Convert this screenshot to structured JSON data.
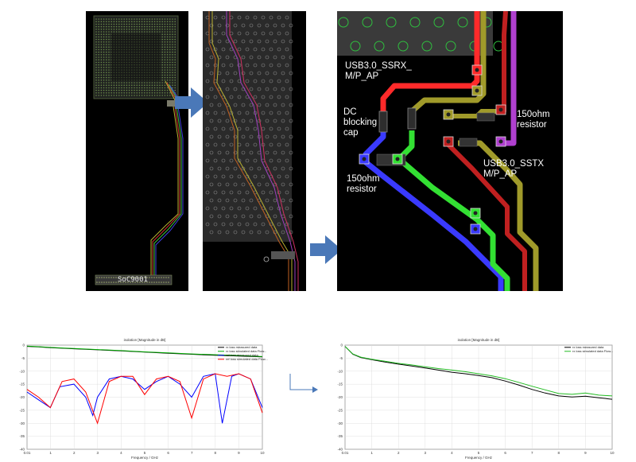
{
  "panels": {
    "package": {
      "chip_label": "SoC9001"
    },
    "zoom": {
      "rx_label": "USB3.0_SSRX_\nM/P_AP",
      "dc_label": "DC\nblocking\ncap",
      "res_left_label": "150ohm\nresistor",
      "res_right_label": "150ohm\nresistor",
      "tx_label": "USB3.0_SSTX\nM/P_AP"
    }
  },
  "colors": {
    "arrow": "#4a78b8",
    "trace_red": "#ff2a2a",
    "trace_olive": "#a09a2a",
    "trace_green": "#33e033",
    "trace_blue": "#3a3aff",
    "trace_purple": "#b040d0",
    "trace_darkred": "#c02020"
  },
  "chart_data": [
    {
      "type": "line",
      "title": "isolation [Magnitude in dB]",
      "xlabel": "Frequency / GHz",
      "xlim": [
        0.01,
        10
      ],
      "ylim": [
        -40,
        0
      ],
      "xticks": [
        "0.01",
        "1",
        "2",
        "3",
        "4",
        "5",
        "6",
        "7",
        "8",
        "9",
        "10"
      ],
      "yticks": [
        "0",
        "-5",
        "-10",
        "-15",
        "-20",
        "-25",
        "-30",
        "-35",
        "-40"
      ],
      "series": [
        {
          "name": "rx loss measured data",
          "color": "#000000",
          "x": [
            0.01,
            0.5,
            1,
            1.5,
            2,
            3,
            4,
            5,
            6,
            7,
            8,
            9,
            10
          ],
          "y": [
            -0.5,
            -0.7,
            -1,
            -1.2,
            -1.4,
            -1.8,
            -2.2,
            -2.7,
            -3.1,
            -3.5,
            -3.9,
            -4.2,
            -4.5
          ]
        },
        {
          "name": "rx loss simulated data Flow...",
          "color": "#00aa00",
          "x": [
            0.01,
            0.5,
            1,
            1.5,
            2,
            3,
            4,
            5,
            6,
            7,
            8,
            9,
            10
          ],
          "y": [
            -0.4,
            -0.6,
            -0.9,
            -1.1,
            -1.3,
            -1.7,
            -2.1,
            -2.6,
            -3.0,
            -3.4,
            -3.7,
            -4.0,
            -4.4
          ]
        },
        {
          "name": "ref loss measured data",
          "color": "#0000ff",
          "x": [
            0.01,
            0.5,
            1,
            1.4,
            2,
            2.5,
            2.8,
            3,
            3.5,
            4,
            4.5,
            5,
            5.5,
            6,
            6.5,
            7,
            7.5,
            8,
            8.3,
            8.7,
            9,
            9.5,
            10
          ],
          "y": [
            -18,
            -21,
            -24,
            -16,
            -15,
            -20,
            -27,
            -20,
            -13,
            -12,
            -13,
            -17,
            -14,
            -12,
            -15,
            -20,
            -12,
            -11,
            -30,
            -12,
            -11,
            -13,
            -24
          ]
        },
        {
          "name": "ref loss simulated data Flow...",
          "color": "#ff0000",
          "x": [
            0.01,
            0.5,
            1,
            1.5,
            2,
            2.5,
            3,
            3.5,
            4,
            4.5,
            5,
            5.5,
            6,
            6.5,
            7,
            7.5,
            8,
            8.5,
            9,
            9.5,
            10
          ],
          "y": [
            -17,
            -20,
            -24,
            -14,
            -13,
            -18,
            -30,
            -14,
            -12,
            -12,
            -19,
            -13,
            -12,
            -14,
            -28,
            -13,
            -11,
            -12,
            -11,
            -13,
            -26
          ]
        }
      ]
    },
    {
      "type": "line",
      "title": "isolation [Magnitude in dB]",
      "xlabel": "Frequency / GHz",
      "xlim": [
        0.01,
        10
      ],
      "ylim": [
        -40,
        0
      ],
      "xticks": [
        "0.01",
        "1",
        "2",
        "3",
        "4",
        "5",
        "6",
        "7",
        "8",
        "9",
        "10"
      ],
      "yticks": [
        "0",
        "-5",
        "-10",
        "-15",
        "-20",
        "-25",
        "-30",
        "-35",
        "-40"
      ],
      "series": [
        {
          "name": "rx loss measured data",
          "color": "#000000",
          "x": [
            0.01,
            0.3,
            0.6,
            1,
            1.5,
            2,
            2.5,
            3,
            3.5,
            4,
            4.5,
            5,
            5.5,
            6,
            6.5,
            7,
            7.5,
            8,
            8.5,
            9,
            9.5,
            10
          ],
          "y": [
            -0.5,
            -3.5,
            -4.8,
            -5.6,
            -6.5,
            -7.3,
            -8.0,
            -8.8,
            -9.6,
            -10.4,
            -11.0,
            -11.7,
            -12.5,
            -13.8,
            -15.3,
            -17.0,
            -18.4,
            -19.5,
            -19.9,
            -19.6,
            -20.2,
            -20.8
          ]
        },
        {
          "name": "rx loss simulated data Flow...",
          "color": "#22bb22",
          "x": [
            0.01,
            0.3,
            0.6,
            1,
            1.5,
            2,
            2.5,
            3,
            3.5,
            4,
            4.5,
            5,
            5.5,
            6,
            6.5,
            7,
            7.5,
            8,
            8.5,
            9,
            9.5,
            10
          ],
          "y": [
            -0.5,
            -3.4,
            -4.6,
            -5.4,
            -6.2,
            -7.0,
            -7.6,
            -8.3,
            -9.0,
            -9.6,
            -10.2,
            -11.0,
            -11.8,
            -12.9,
            -14.3,
            -15.8,
            -17.2,
            -18.6,
            -18.9,
            -18.4,
            -19.2,
            -19.5
          ]
        }
      ]
    }
  ]
}
